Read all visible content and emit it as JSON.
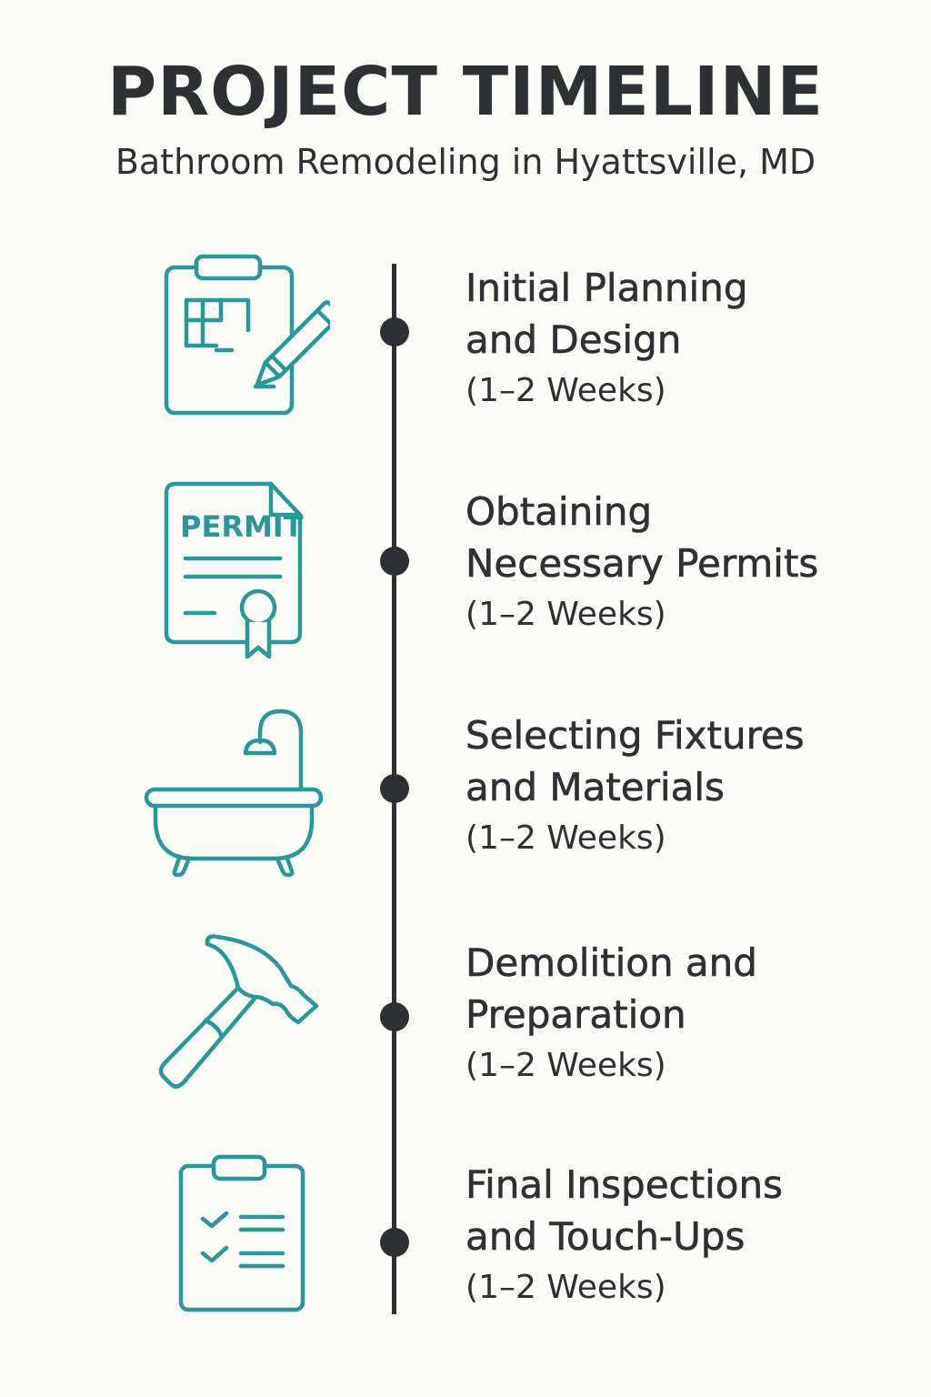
{
  "header": {
    "title": "PROJECT TIMELINE",
    "subtitle": "Bathroom Remodeling in Hyattsville, MD"
  },
  "colors": {
    "background": "#fbfbf8",
    "text": "#2e3133",
    "icon_accent": "#2a9797",
    "timeline": "#2e3133"
  },
  "steps": [
    {
      "icon": "clipboard-blueprint-pencil-icon",
      "title_line1": "Initial Planning",
      "title_line2": "and Design",
      "duration": "(1–2 Weeks)"
    },
    {
      "icon": "permit-document-icon",
      "icon_text": "PERMIT",
      "title_line1": "Obtaining",
      "title_line2": "Necessary Permits",
      "duration": "(1–2 Weeks)"
    },
    {
      "icon": "bathtub-shower-icon",
      "title_line1": "Selecting Fixtures",
      "title_line2": "and Materials",
      "duration": "(1–2 Weeks)"
    },
    {
      "icon": "hammer-icon",
      "title_line1": "Demolition and",
      "title_line2": "Preparation",
      "duration": "(1–2 Weeks)"
    },
    {
      "icon": "checklist-clipboard-icon",
      "title_line1": "Final Inspections",
      "title_line2": "and Touch-Ups",
      "duration": "(1–2 Weeks)"
    }
  ]
}
